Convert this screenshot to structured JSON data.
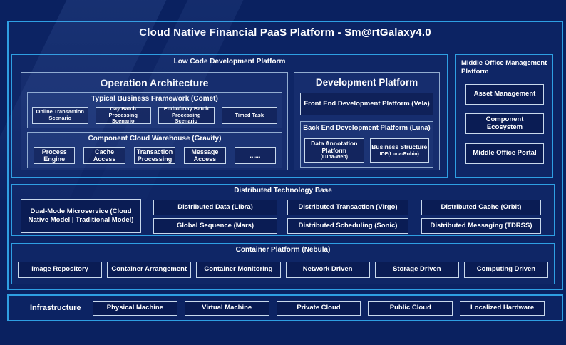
{
  "title": "Cloud Native Financial PaaS Platform - Sm@rtGalaxy4.0",
  "low_code": {
    "label": "Low Code Development Platform",
    "operation": {
      "title": "Operation Architecture",
      "comet": {
        "title": "Typical Business Framework (Comet)",
        "items": [
          "Online Transaction Scenario",
          "Day Batch Processing Scenario",
          "End-of-Day Batch Processing Scenario",
          "Timed Task"
        ]
      },
      "gravity": {
        "title": "Component Cloud Warehouse (Gravity)",
        "items": [
          "Process Engine",
          "Cache Access",
          "Transaction Processing",
          "Message Access",
          "......"
        ]
      }
    },
    "development": {
      "title": "Development Platform",
      "front_end_label": "Front End Development Platform (Vela)",
      "back_end": {
        "title": "Back End Development Platform (Luna)",
        "items": [
          {
            "name": "Data Annotation Platform",
            "sub": "(Luna-Web)"
          },
          {
            "name": "Business Structure",
            "sub": "IDE(Luna-Robin)"
          }
        ]
      }
    }
  },
  "middle_office": {
    "title": "Middle Office Management Platform",
    "items": [
      "Asset Management",
      "Component Ecosystem",
      "Middle Office Portal"
    ]
  },
  "distributed": {
    "title": "Distributed Technology Base",
    "dual_mode_label": "Dual-Mode Microservice (Cloud Native Model | Traditional Model)",
    "grid": [
      "Distributed Data (Libra)",
      "Distributed Transaction (Virgo)",
      "Distributed Cache (Orbit)",
      "Global Sequence (Mars)",
      "Distributed Scheduling (Sonic)",
      "Distributed Messaging (TDRSS)"
    ]
  },
  "container_platform": {
    "title": "Container Platform (Nebula)",
    "items": [
      "Image Repository",
      "Container Arrangement",
      "Container Monitoring",
      "Network Driven",
      "Storage Driven",
      "Computing Driven"
    ]
  },
  "infrastructure": {
    "title": "Infrastructure",
    "items": [
      "Physical Machine",
      "Virtual Machine",
      "Private Cloud",
      "Public Cloud",
      "Localized Hardware"
    ]
  },
  "colors": {
    "accent": "#2E9FE3",
    "background": "#0A2160",
    "panel_border_light": "#93ADD0",
    "text": "#FFFFFF"
  }
}
